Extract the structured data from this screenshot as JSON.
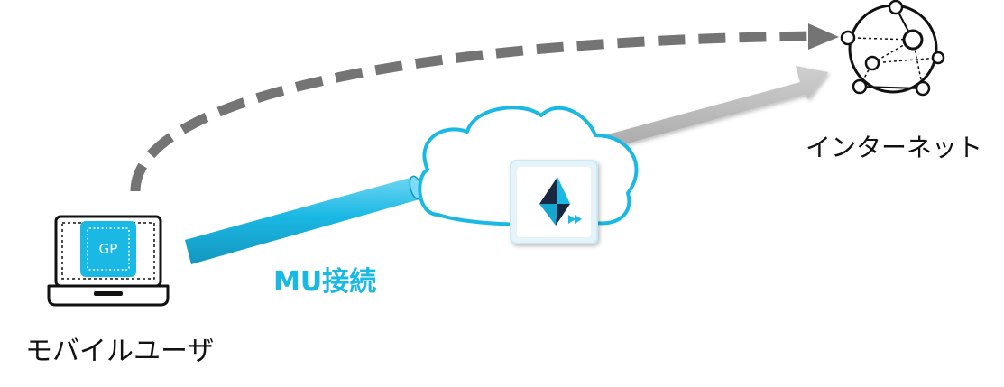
{
  "nodes": {
    "mobile_user": {
      "label": "モバイルユーザ",
      "app_badge": "GP"
    },
    "internet": {
      "label": "インターネット"
    },
    "cloud": {
      "icon": "prisma-access-logo-icon"
    }
  },
  "connections": {
    "mu_tunnel": {
      "label": "MU接続"
    }
  },
  "colors": {
    "accent": "#1ab8e4",
    "dashed_arrow": "#747474",
    "cloud_arrow": "#b9b9b9",
    "text": "#111111",
    "outline": "#111111"
  }
}
